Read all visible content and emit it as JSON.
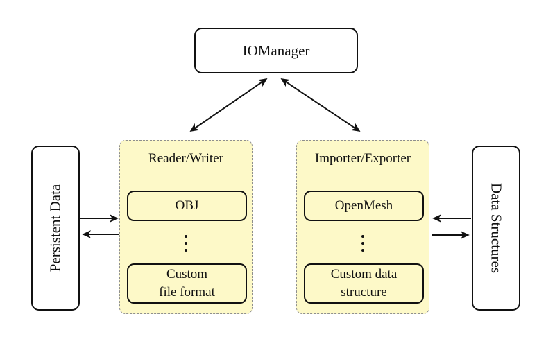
{
  "colors": {
    "background": "#ffffff",
    "panel_fill": "#fdf9c8",
    "panel_border": "#8e8e8e",
    "node_border": "#111111",
    "text": "#111111",
    "arrow": "#111111"
  },
  "nodes": {
    "iomanager": "IOManager",
    "persistent_data": "Persistent Data",
    "data_structures": "Data Structures"
  },
  "panels": [
    {
      "title": "Reader/Writer",
      "items": [
        {
          "lines": [
            "OBJ"
          ]
        },
        {
          "lines": [
            "Custom",
            "file format"
          ]
        }
      ]
    },
    {
      "title": "Importer/Exporter",
      "items": [
        {
          "lines": [
            "OpenMesh"
          ]
        },
        {
          "lines": [
            "Custom data",
            "structure"
          ]
        }
      ]
    }
  ]
}
